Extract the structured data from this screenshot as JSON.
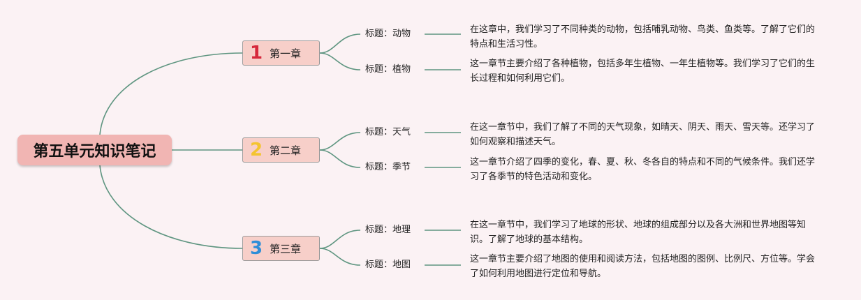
{
  "title": "第五单元知识笔记",
  "colors": {
    "connector": "#5e9580",
    "root_fill": "#f1b5b3",
    "chapter_fill": "#f7cfc9",
    "background": "#fbf2f4"
  },
  "chapters": [
    {
      "number": "1",
      "number_color": "#d6283c",
      "label": "第一章",
      "topics": [
        {
          "label": "标题：动物",
          "description": "在这章中，我们学习了不同种类的动物，包括哺乳动物、鸟类、鱼类等。了解了它们的特点和生活习性。"
        },
        {
          "label": "标题：植物",
          "description": "这一章节主要介绍了各种植物，包括多年生植物、一年生植物等。我们学习了它们的生长过程和如何利用它们。"
        }
      ]
    },
    {
      "number": "2",
      "number_color": "#f4c430",
      "label": "第二章",
      "topics": [
        {
          "label": "标题：天气",
          "description": "在这一章节中，我们了解了不同的天气现象，如晴天、阴天、雨天、雪天等。还学习了如何观察和描述天气。"
        },
        {
          "label": "标题：季节",
          "description": "这一章节介绍了四季的变化，春、夏、秋、冬各自的特点和不同的气候条件。我们还学习了各季节的特色活动和变化。"
        }
      ]
    },
    {
      "number": "3",
      "number_color": "#2e8ed8",
      "label": "第三章",
      "topics": [
        {
          "label": "标题：地理",
          "description": "在这一章节中，我们学习了地球的形状、地球的组成部分以及各大洲和世界地图等知识。了解了地球的基本结构。"
        },
        {
          "label": "标题：地图",
          "description": "这一章节主要介绍了地图的使用和阅读方法，包括地图的图例、比例尺、方位等。学会了如何利用地图进行定位和导航。"
        }
      ]
    }
  ]
}
